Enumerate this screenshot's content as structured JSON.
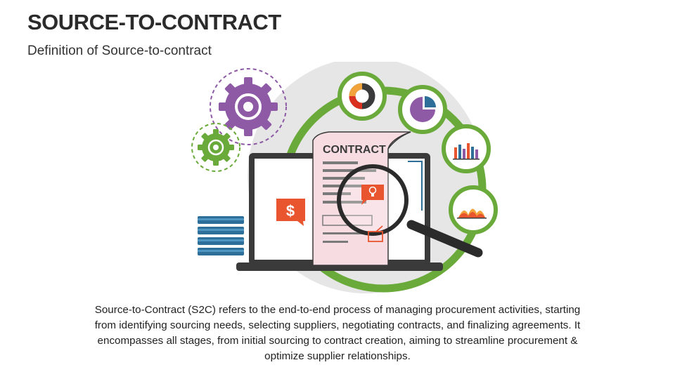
{
  "slide": {
    "title": "SOURCE-TO-CONTRACT",
    "subtitle": "Definition of Source-to-contract",
    "description": "Source-to-Contract (S2C) refers to the end-to-end process of managing procurement activities, starting from identifying sourcing needs, selecting suppliers, negotiating contracts, and finalizing agreements. It encompasses all stages, from initial sourcing to contract creation, aiming to streamline procurement & optimize supplier relationships."
  },
  "illustration": {
    "contract_label": "CONTRACT",
    "dollar_symbol": "$",
    "icons": [
      "gear-icon",
      "database-icon",
      "laptop-icon",
      "contract-document-icon",
      "magnifier-icon",
      "donut-chart-icon",
      "pie-chart-icon",
      "bar-chart-icon",
      "area-chart-icon",
      "lightbulb-icon"
    ]
  },
  "colors": {
    "accent_green": "#6aaa3a",
    "purple": "#8e5aa6",
    "orange_red": "#e8552f",
    "blue": "#2e6f9a",
    "dark": "#3a3a3a",
    "light_gray": "#e6e6e6",
    "contract_pink": "#f7dde2"
  }
}
